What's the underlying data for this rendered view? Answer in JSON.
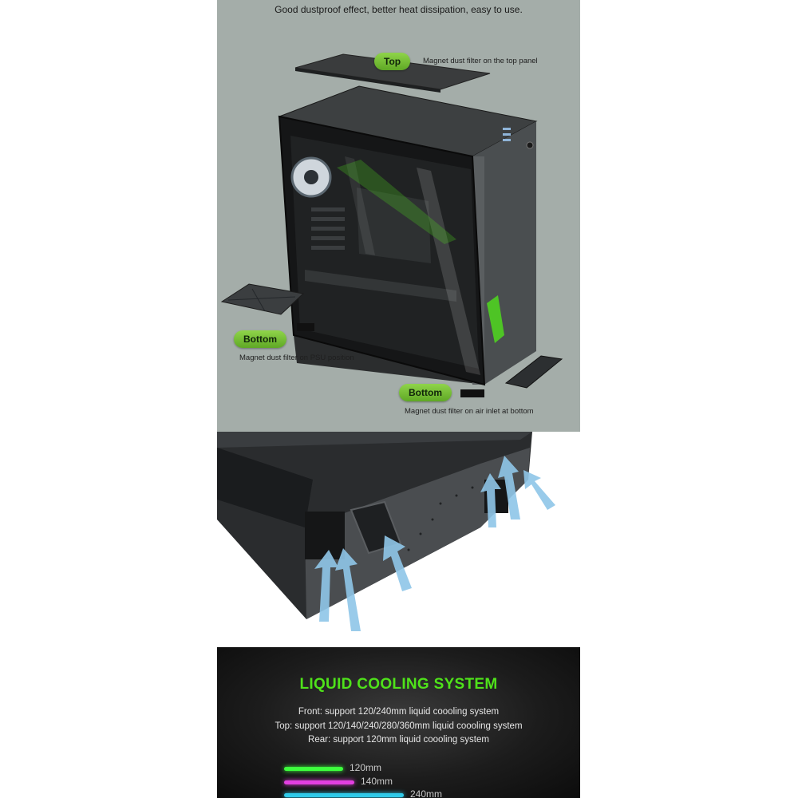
{
  "filters": {
    "headline": "Good dustproof effect, better heat dissipation, easy to use.",
    "top_label": "Top",
    "top_caption": "Magnet dust filter on the top panel",
    "bottom_psu_label": "Bottom",
    "bottom_psu_caption": "Magnet dust filter on PSU position",
    "bottom_inlet_label": "Bottom",
    "bottom_inlet_caption": "Magnet dust filter on air inlet at bottom",
    "colors": {
      "background": "#a4ada9",
      "pill": "#6fb82f",
      "case": "#2b2d2e"
    }
  },
  "airflow": {
    "colors": {
      "arrow": "#8fc6e8",
      "case": "#2a2c2e"
    }
  },
  "cooling": {
    "title": "LIQUID COOLING SYSTEM",
    "front": "Front: support 120/240mm liquid coooling system",
    "top": "Top: support 120/140/240/280/360mm liquid coooling system",
    "rear": "Rear: support 120mm liquid coooling system",
    "sizes": [
      {
        "label": "120mm",
        "color": "#3dff3d"
      },
      {
        "label": "140mm",
        "color": "#e23fe0"
      },
      {
        "label": "240mm",
        "color": "#2fc9e8"
      }
    ],
    "colors": {
      "title": "#4fe21a",
      "background": "#1c1c1c"
    }
  }
}
